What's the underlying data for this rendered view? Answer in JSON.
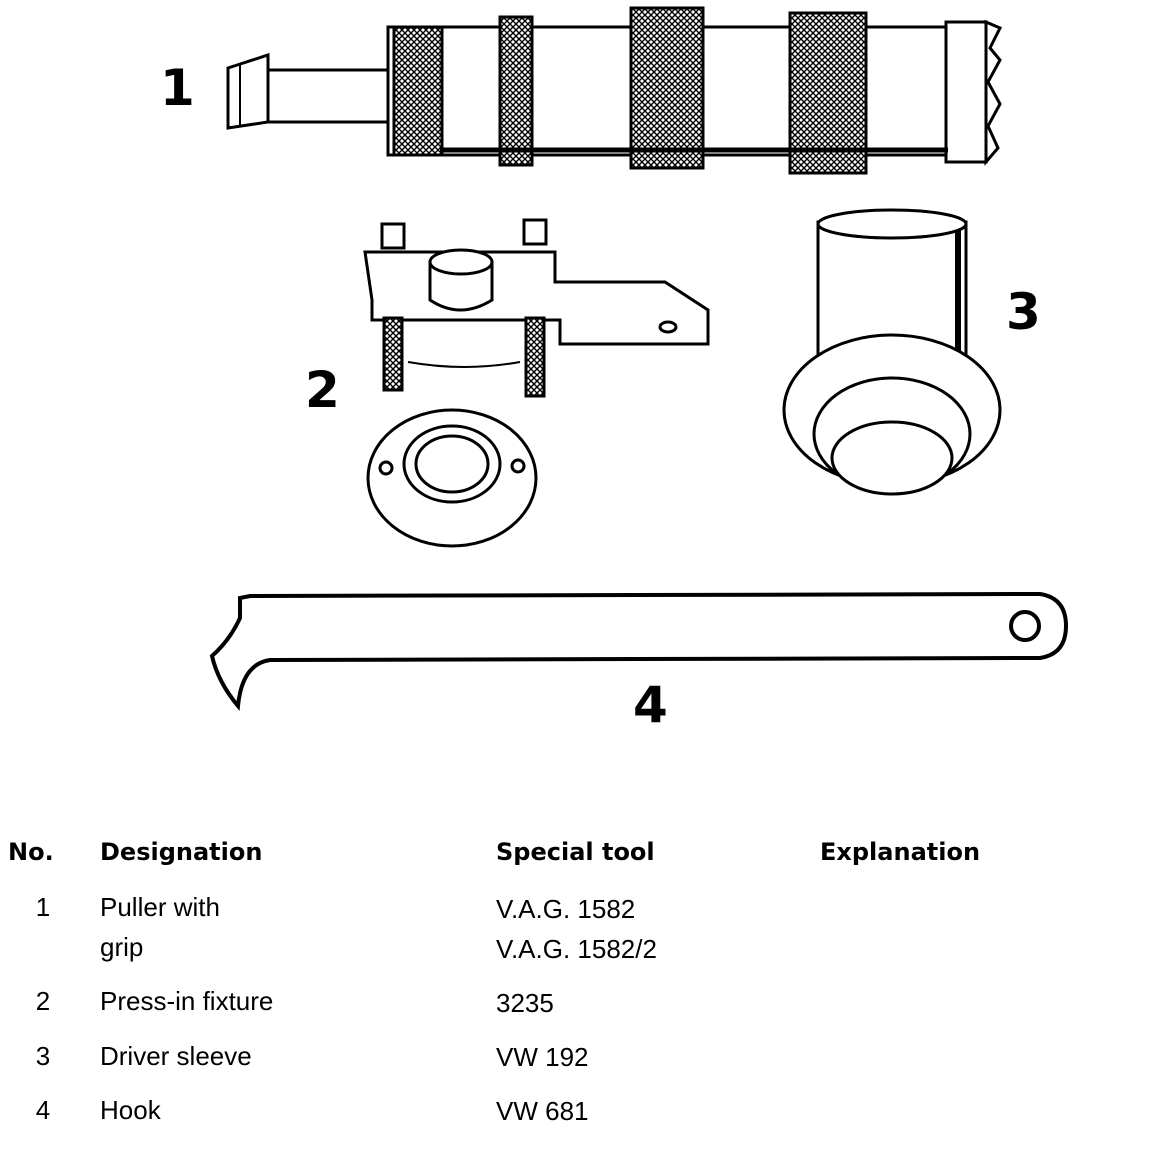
{
  "callouts": [
    "1",
    "2",
    "3",
    "4"
  ],
  "table": {
    "headers": {
      "no": "No.",
      "designation": "Designation",
      "special_tool": "Special tool",
      "explanation": "Explanation"
    },
    "rows": [
      {
        "no": "1",
        "designation": [
          "Puller with",
          "grip"
        ],
        "special_tool": [
          "V.A.G. 1582",
          "V.A.G. 1582/2"
        ],
        "explanation": ""
      },
      {
        "no": "2",
        "designation": [
          "Press-in fixture"
        ],
        "special_tool": [
          "3235"
        ],
        "explanation": ""
      },
      {
        "no": "3",
        "designation": [
          "Driver sleeve"
        ],
        "special_tool": [
          "VW 192"
        ],
        "explanation": ""
      },
      {
        "no": "4",
        "designation": [
          "Hook"
        ],
        "special_tool": [
          "VW 681"
        ],
        "explanation": ""
      }
    ]
  }
}
